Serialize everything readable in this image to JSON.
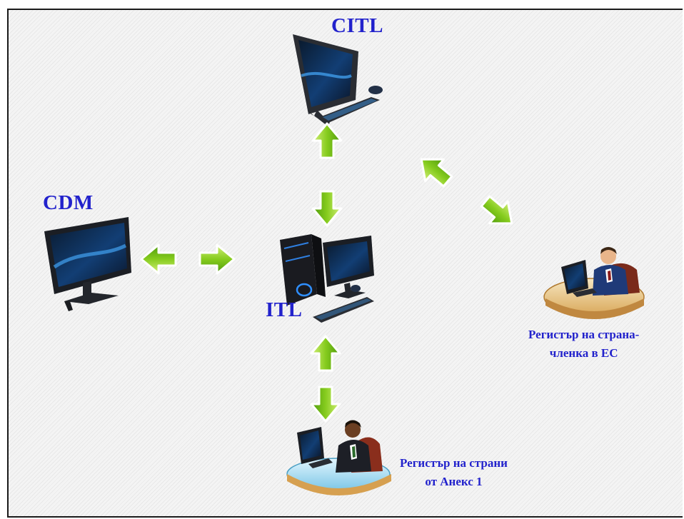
{
  "nodes": {
    "citl": {
      "label": "CITL"
    },
    "cdm": {
      "label": "CDM"
    },
    "itl": {
      "label": "ITL"
    },
    "eu_registry": {
      "line1": "Регистър на страна-",
      "line2": "членка в ЕС"
    },
    "annex1_registry": {
      "line1": "Регистър на страни",
      "line2": "от Анекс 1"
    }
  },
  "colors": {
    "label": "#2222cc",
    "arrow_green": "#7dc21c",
    "monitor_dark": "#1b1e24"
  },
  "icons": [
    "monitor-icon",
    "workstation-icon",
    "person-at-desk-icon",
    "arrow-icon"
  ]
}
